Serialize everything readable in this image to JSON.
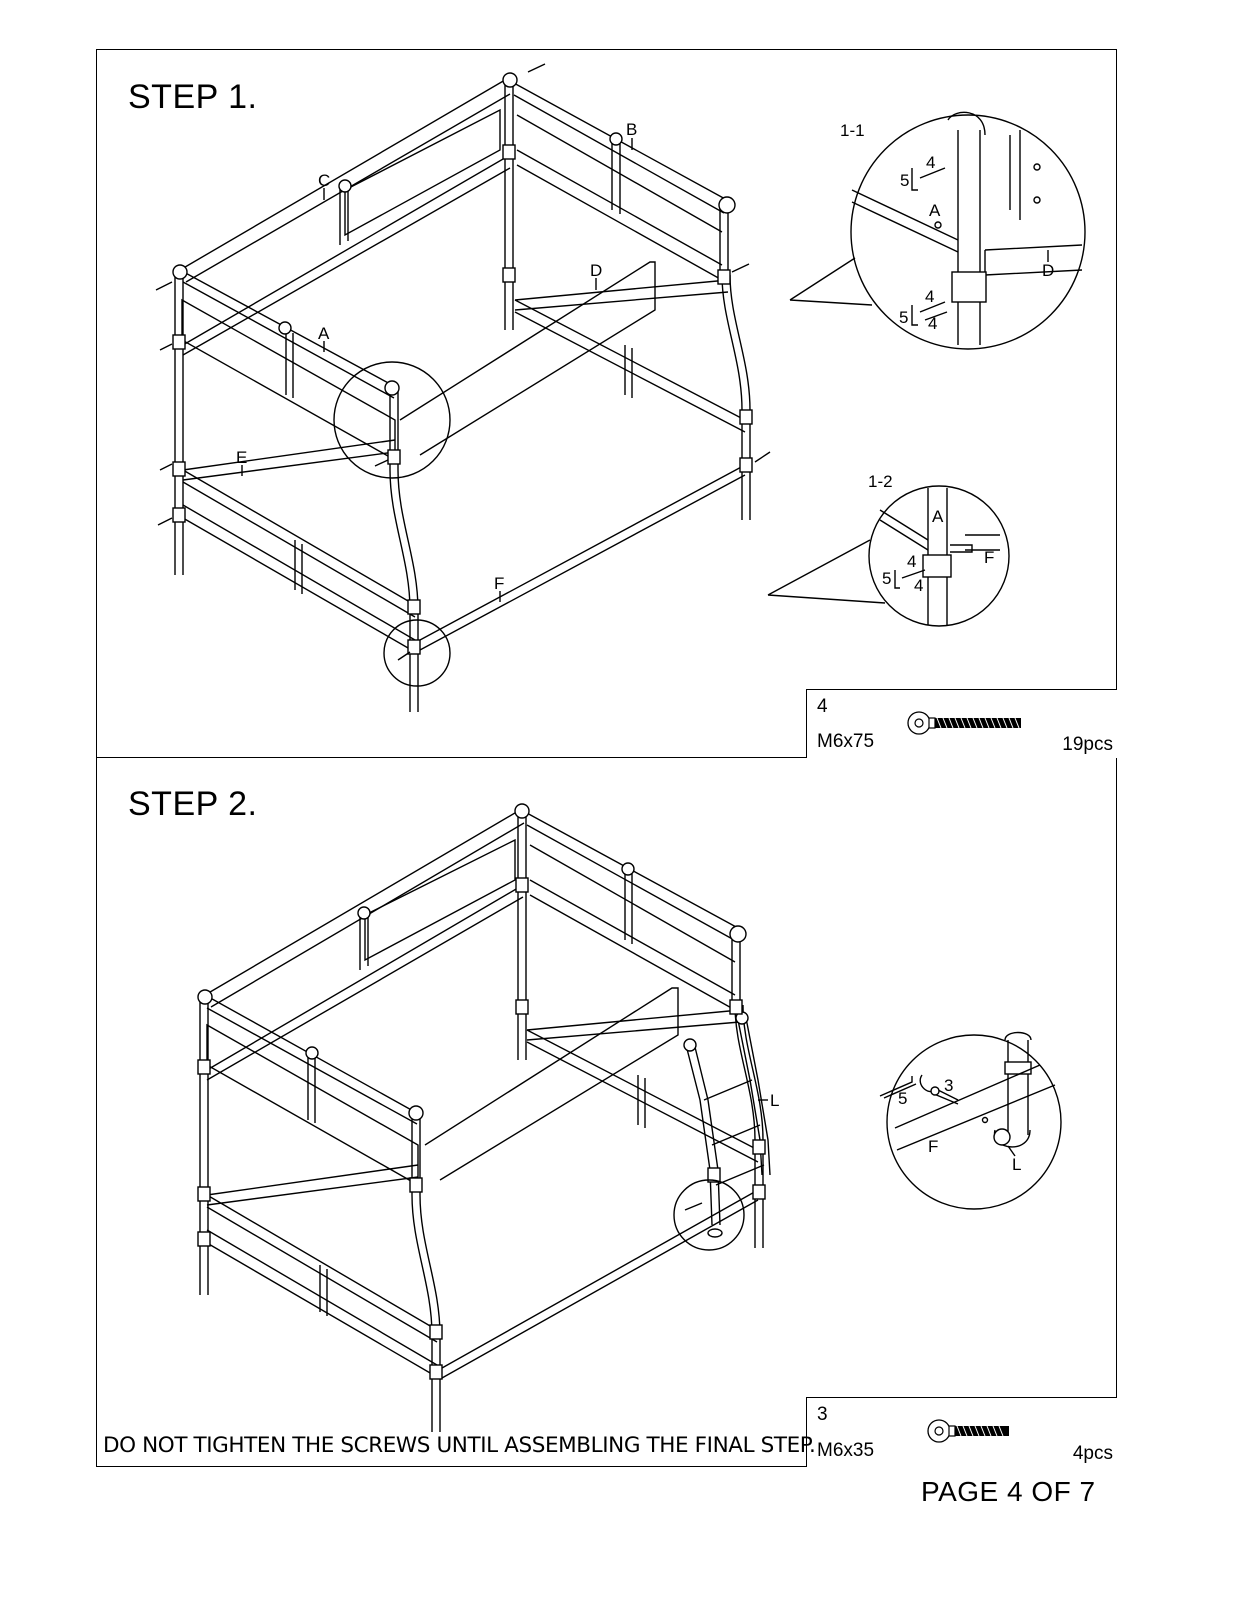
{
  "step1": {
    "title": "STEP 1.",
    "parts": [
      "A",
      "B",
      "C",
      "D",
      "E",
      "F"
    ],
    "detail_1_1": {
      "label": "1-1",
      "callouts": [
        "4",
        "5",
        "4",
        "5",
        "4"
      ],
      "parts": [
        "A",
        "D"
      ]
    },
    "detail_1_2": {
      "label": "1-2",
      "callouts": [
        "4",
        "5",
        "4"
      ],
      "parts": [
        "A",
        "F"
      ]
    },
    "hardware": {
      "number": "4",
      "size": "M6x75",
      "quantity": "19pcs",
      "icon": "long-bolt-icon"
    }
  },
  "step2": {
    "title": "STEP 2.",
    "parts": [
      "L"
    ],
    "detail": {
      "callouts": [
        "3",
        "5"
      ],
      "parts": [
        "F",
        "L"
      ]
    },
    "hardware": {
      "number": "3",
      "size": "M6x35",
      "quantity": "4pcs",
      "icon": "short-bolt-icon"
    }
  },
  "warning": "DO NOT TIGHTEN THE SCREWS UNTIL ASSEMBLING THE FINAL STEP.",
  "page_number": "PAGE 4 OF 7"
}
